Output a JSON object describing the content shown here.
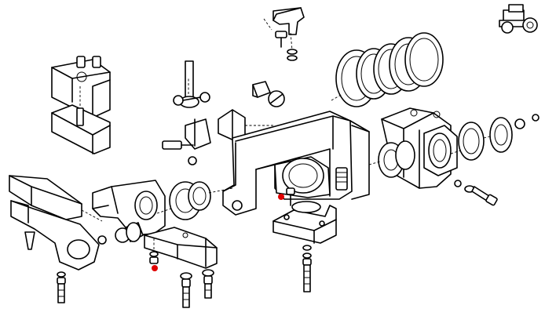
{
  "diagram": {
    "type": "exploded-parts-view",
    "colors": {
      "line": "#000000",
      "background": "#ffffff",
      "marker": "#e00000"
    },
    "icons": [
      "tractor-icon"
    ],
    "markers": [
      {
        "name": "red-marker-1"
      },
      {
        "name": "red-marker-2"
      }
    ]
  }
}
